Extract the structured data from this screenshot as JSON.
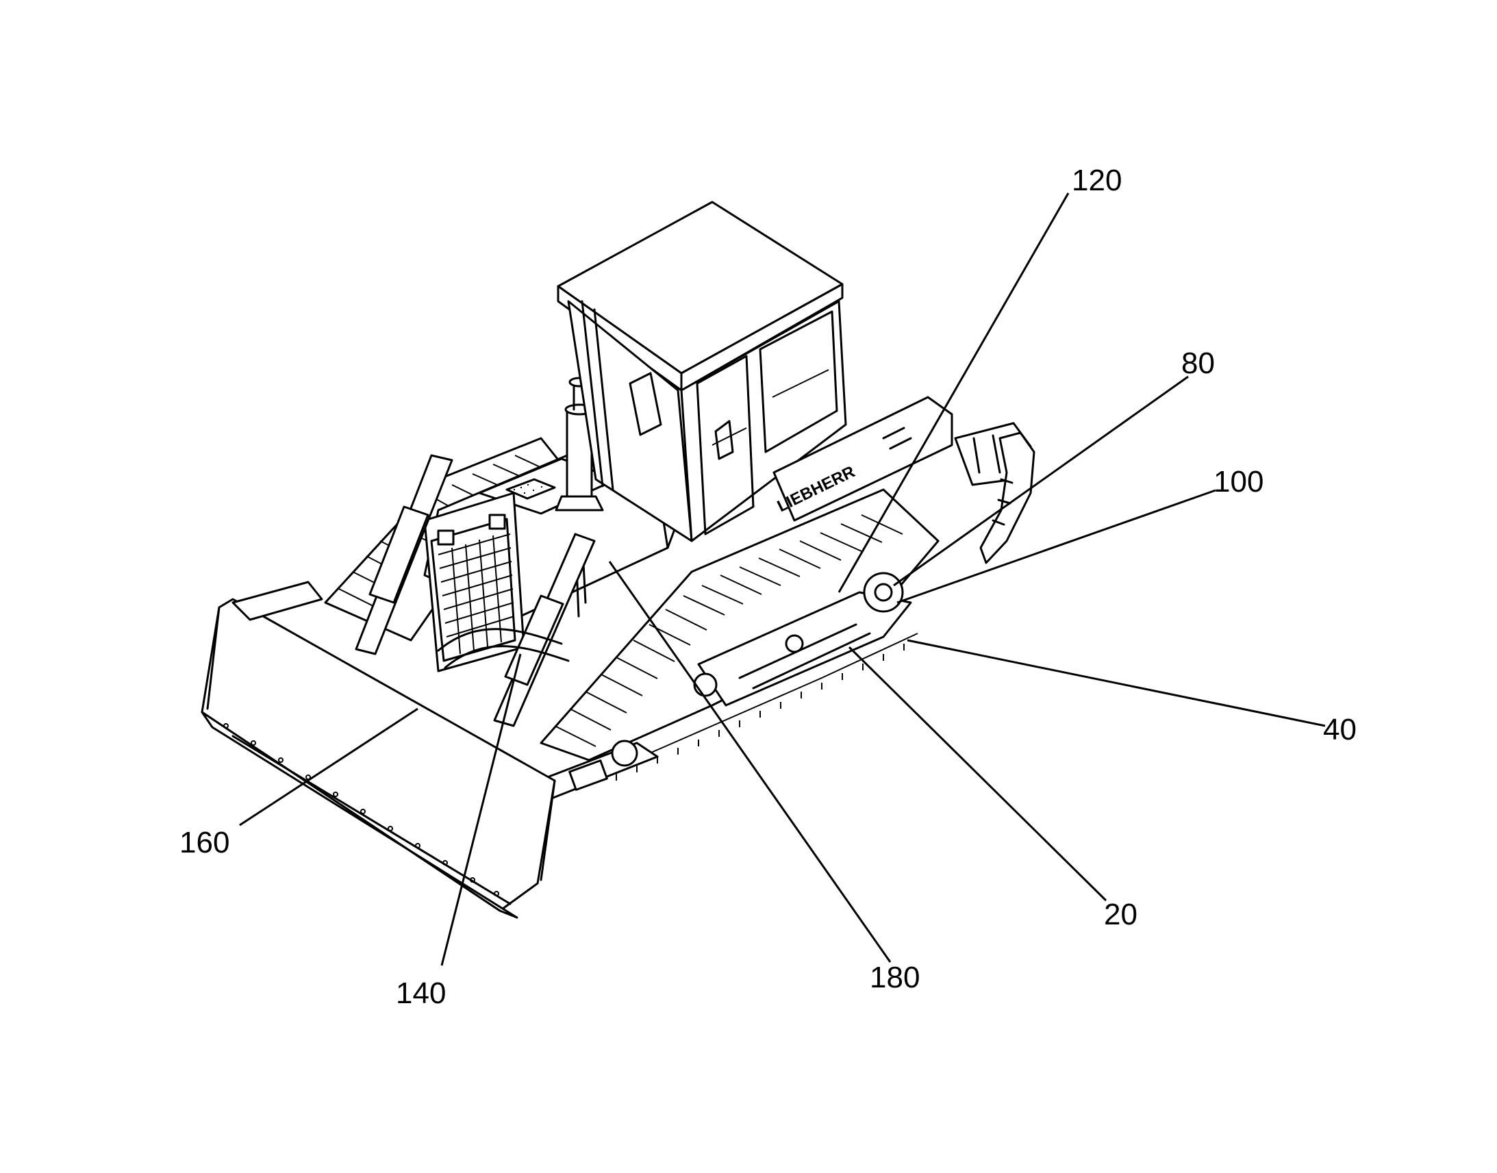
{
  "figure": {
    "logo_text": "LIEBHERR",
    "labels": [
      {
        "id": "120",
        "text": "120"
      },
      {
        "id": "80",
        "text": "80"
      },
      {
        "id": "100",
        "text": "100"
      },
      {
        "id": "40",
        "text": "40"
      },
      {
        "id": "20",
        "text": "20"
      },
      {
        "id": "180",
        "text": "180"
      },
      {
        "id": "140",
        "text": "140"
      },
      {
        "id": "160",
        "text": "160"
      }
    ]
  }
}
